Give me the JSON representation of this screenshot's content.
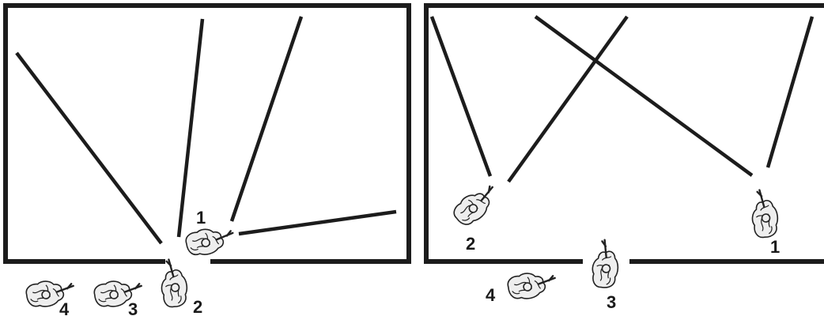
{
  "panels": [
    {
      "soldiers": [
        {
          "label": "1"
        },
        {
          "label": "2"
        },
        {
          "label": "3"
        },
        {
          "label": "4"
        }
      ]
    },
    {
      "soldiers": [
        {
          "label": "1"
        },
        {
          "label": "2"
        },
        {
          "label": "3"
        },
        {
          "label": "4"
        }
      ]
    }
  ],
  "colors": {
    "line": "#1c1c1c",
    "figure_fill": "#eeeeee",
    "background": "#ffffff"
  },
  "icons": {
    "soldier": "soldier-with-rifle-icon"
  }
}
